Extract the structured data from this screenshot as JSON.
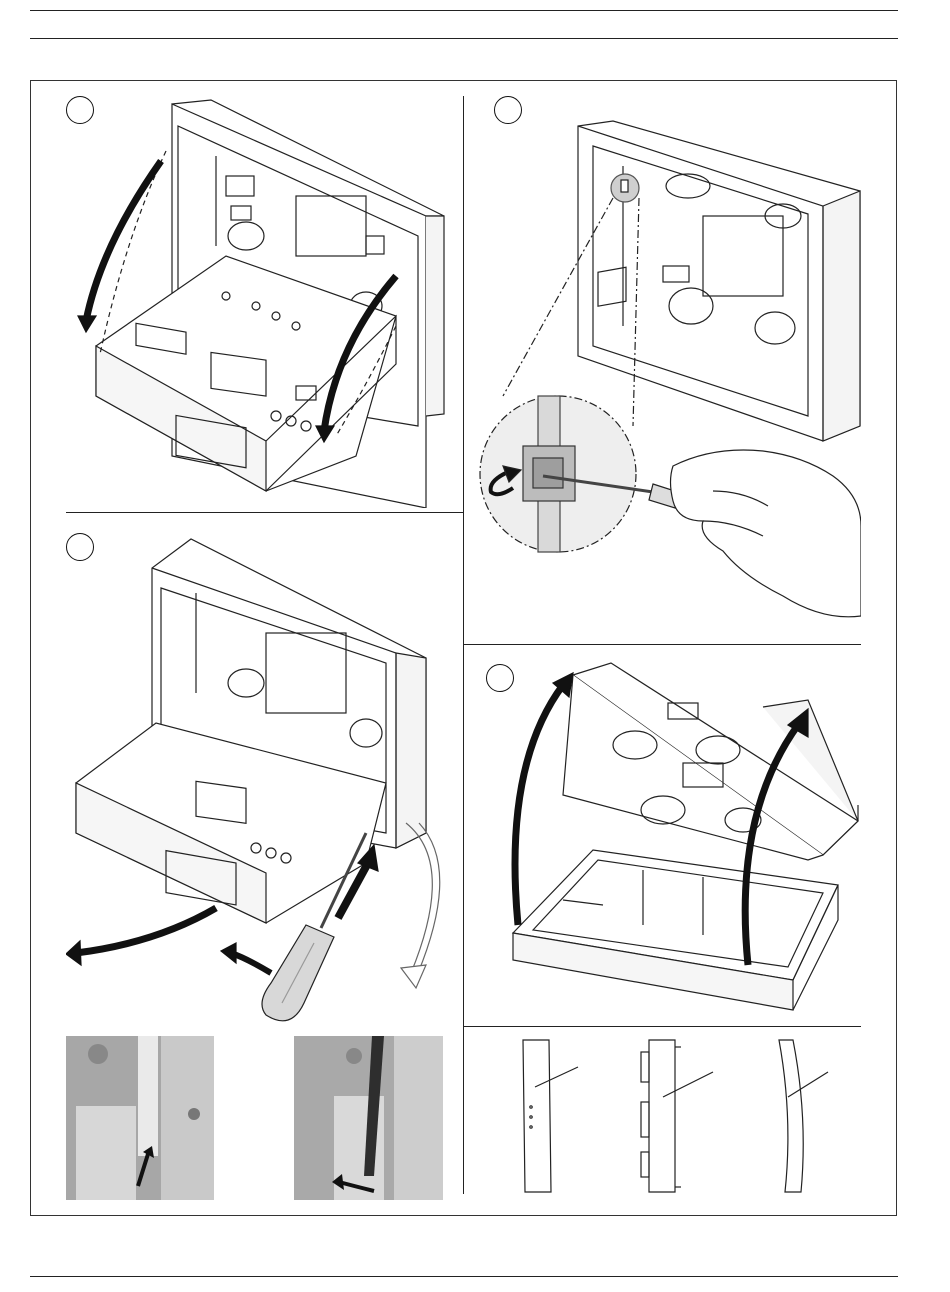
{
  "page": {
    "step_labels": [
      "",
      "",
      "",
      ""
    ]
  },
  "panels": {
    "step1": {
      "name": "remove-tray-illustration"
    },
    "step2": {
      "name": "release-latch-illustration"
    },
    "step3": {
      "name": "pry-tray-illustration"
    },
    "step4": {
      "name": "separate-cover-illustration"
    },
    "parts": {
      "name": "parts-overview"
    }
  },
  "colors": {
    "line": "#222222",
    "arrow": "#111111",
    "photo_bg": "#9a9a9a",
    "screwdriver": "#d8d8d8"
  }
}
